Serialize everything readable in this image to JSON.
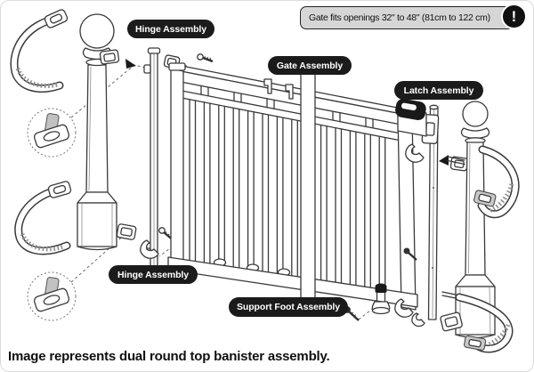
{
  "info_box": {
    "text": "Gate fits openings 32\" to 48\" (81cm to 122 cm)",
    "icon": "exclamation-icon",
    "icon_glyph": "!"
  },
  "labels": {
    "hinge_top": "Hinge Assembly",
    "gate": "Gate Assembly",
    "latch": "Latch Assembly",
    "hinge_bottom": "Hinge Assembly",
    "support_foot": "Support Foot Assembly"
  },
  "caption": "Image represents dual round top banister assembly.",
  "colors": {
    "label_bg": "#1b1b1b",
    "label_text": "#ffffff",
    "info_box_fill": "#d6d6d6",
    "info_box_border": "#232323",
    "line_art": "#3a3a3a",
    "background": "#ffffff"
  },
  "diagram": {
    "type": "exploded-parts-illustration",
    "components": [
      "left banister post",
      "right banister post",
      "banister clamp straps",
      "clamp detail callouts",
      "hinge rail",
      "gate panel",
      "latch rail",
      "latch housing",
      "support foot",
      "mounting screws"
    ]
  }
}
